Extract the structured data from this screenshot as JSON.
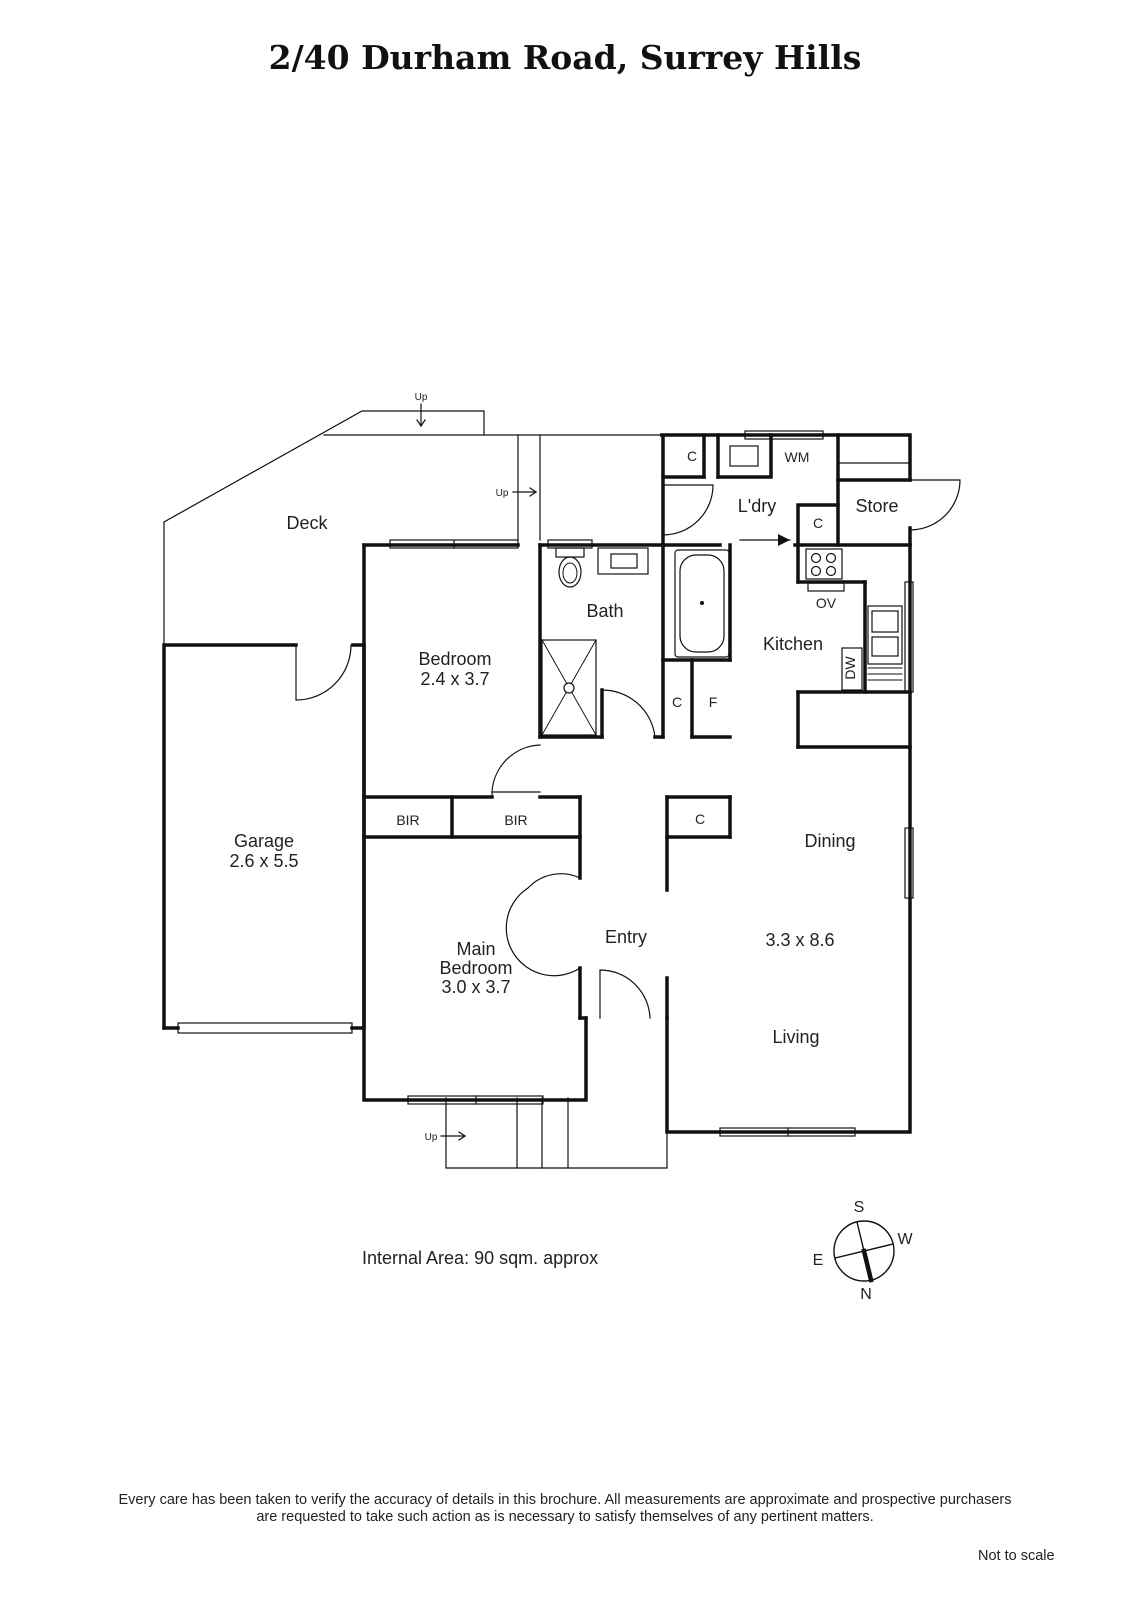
{
  "title": "2/40 Durham Road, Surrey Hills",
  "rooms": {
    "deck": "Deck",
    "laundry": "L'dry",
    "store": "Store",
    "washing_machine": "WM",
    "bath": "Bath",
    "kitchen": "Kitchen",
    "oven": "OV",
    "dishwasher": "DW",
    "bedroom": {
      "name": "Bedroom",
      "size": "2.4 x 3.7"
    },
    "garage": {
      "name": "Garage",
      "size": "2.6 x 5.5"
    },
    "main_bedroom": {
      "name_line1": "Main",
      "name_line2": "Bedroom",
      "size": "3.0 x 3.7"
    },
    "bir": "BIR",
    "cupboard": "C",
    "fridge": "F",
    "entry": "Entry",
    "dining": "Dining",
    "living_dining_size": "3.3 x 8.6",
    "living": "Living"
  },
  "stairs_label": "Up",
  "compass": {
    "north": "N",
    "south": "S",
    "east": "E",
    "west": "W"
  },
  "internal_area": "Internal Area: 90 sqm. approx",
  "disclaimer_line1": "Every care has been taken to verify the accuracy of details in this brochure.  All measurements are approximate and prospective purchasers",
  "disclaimer_line2": "are requested to take such action as is necessary to satisfy themselves of any pertinent matters.",
  "scale_note": "Not to scale"
}
